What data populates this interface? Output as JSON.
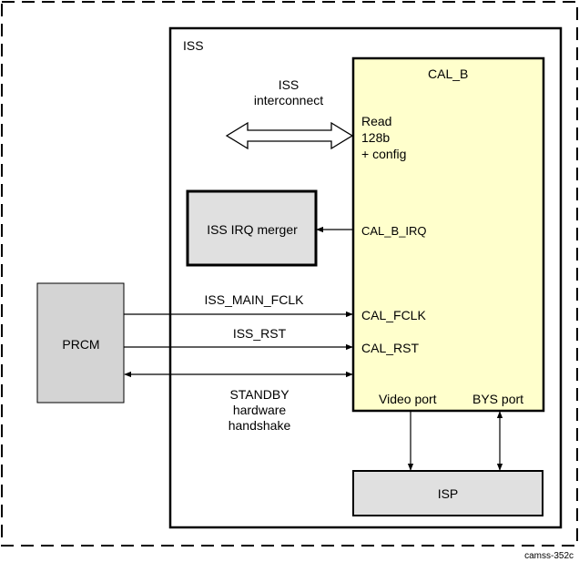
{
  "diagram": {
    "iss_label": "ISS",
    "cal_b": {
      "title": "CAL_B",
      "read_line1": "Read",
      "read_line2": "128b",
      "read_line3": "+ config",
      "irq_port": "CAL_B_IRQ",
      "fclk_port": "CAL_FCLK",
      "rst_port": "CAL_RST",
      "video_port": "Video port",
      "bys_port": "BYS port"
    },
    "iss_interconnect_line1": "ISS",
    "iss_interconnect_line2": "interconnect",
    "irq_merger": "ISS IRQ merger",
    "prcm": "PRCM",
    "isp": "ISP",
    "signals": {
      "main_fclk": "ISS_MAIN_FCLK",
      "rst": "ISS_RST",
      "standby_line1": "STANDBY",
      "standby_line2": "hardware",
      "standby_line3": "handshake"
    },
    "figure_id": "camss-352c",
    "colors": {
      "cal_fill": "#ffffcc",
      "block_fill": "#e0e0e0",
      "prcm_fill": "#d4d4d4",
      "line": "#000000"
    }
  }
}
